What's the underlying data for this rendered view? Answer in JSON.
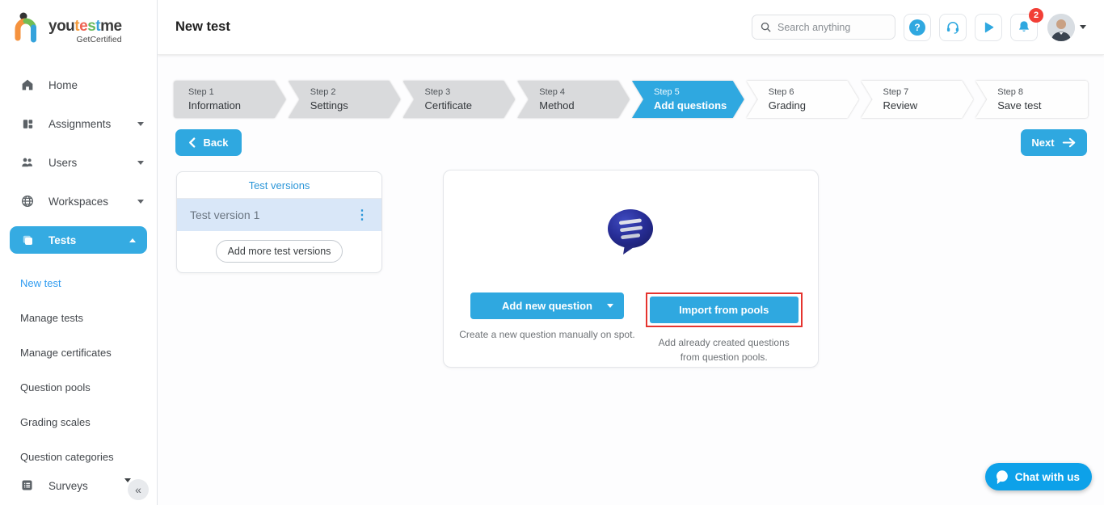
{
  "brand": {
    "wordmark_you": "you",
    "wordmark_t1": "t",
    "wordmark_e": "e",
    "wordmark_s": "s",
    "wordmark_t2": "t",
    "wordmark_me": "me",
    "subtitle": "GetCertified"
  },
  "sidebar": {
    "items": [
      {
        "label": "Home",
        "icon": "home-icon",
        "expandable": false
      },
      {
        "label": "Assignments",
        "icon": "assignments-icon",
        "expandable": true
      },
      {
        "label": "Users",
        "icon": "users-icon",
        "expandable": true
      },
      {
        "label": "Workspaces",
        "icon": "workspaces-icon",
        "expandable": true
      },
      {
        "label": "Tests",
        "icon": "tests-icon",
        "expandable": true,
        "active": true,
        "expanded": true
      }
    ],
    "tests_submenu": [
      {
        "label": "New test",
        "active": true
      },
      {
        "label": "Manage tests",
        "active": false
      },
      {
        "label": "Manage certificates",
        "active": false
      },
      {
        "label": "Question pools",
        "active": false
      },
      {
        "label": "Grading scales",
        "active": false
      },
      {
        "label": "Question categories",
        "active": false
      }
    ],
    "surveys_label": "Surveys",
    "collapse_glyph": "«"
  },
  "header": {
    "title": "New test",
    "search_placeholder": "Search anything",
    "notification_count": "2"
  },
  "wizard": {
    "steps": [
      {
        "step": "Step 1",
        "name": "Information",
        "state": "completed"
      },
      {
        "step": "Step 2",
        "name": "Settings",
        "state": "completed"
      },
      {
        "step": "Step 3",
        "name": "Certificate",
        "state": "completed"
      },
      {
        "step": "Step 4",
        "name": "Method",
        "state": "completed"
      },
      {
        "step": "Step 5",
        "name": "Add questions",
        "state": "active"
      },
      {
        "step": "Step 6",
        "name": "Grading",
        "state": "upcoming"
      },
      {
        "step": "Step 7",
        "name": "Review",
        "state": "upcoming"
      },
      {
        "step": "Step 8",
        "name": "Save test",
        "state": "upcoming"
      }
    ]
  },
  "nav_buttons": {
    "back": "Back",
    "next": "Next"
  },
  "versions_panel": {
    "title": "Test versions",
    "versions": [
      {
        "name": "Test version 1"
      }
    ],
    "kebab_glyph": "⋮",
    "add_more_label": "Add more test versions"
  },
  "question_panel": {
    "add_new_button": "Add new question",
    "add_new_caption": "Create a new question manually on spot.",
    "import_button": "Import from pools",
    "import_caption_line1": "Add already created questions",
    "import_caption_line2": "from question pools."
  },
  "chat_widget": {
    "label": "Chat with us"
  },
  "colors": {
    "accent_blue": "#2fa8e0",
    "active_item_blue": "#35abe2",
    "active_link_blue": "#2e9bf0",
    "badge_red": "#f23f36",
    "highlight_red": "#e5342f",
    "version_row_bg": "#d9e7f8",
    "versions_title_blue": "#2b96d8",
    "chat_blue": "#0da1e9",
    "step_gray": "#d9dadc"
  }
}
